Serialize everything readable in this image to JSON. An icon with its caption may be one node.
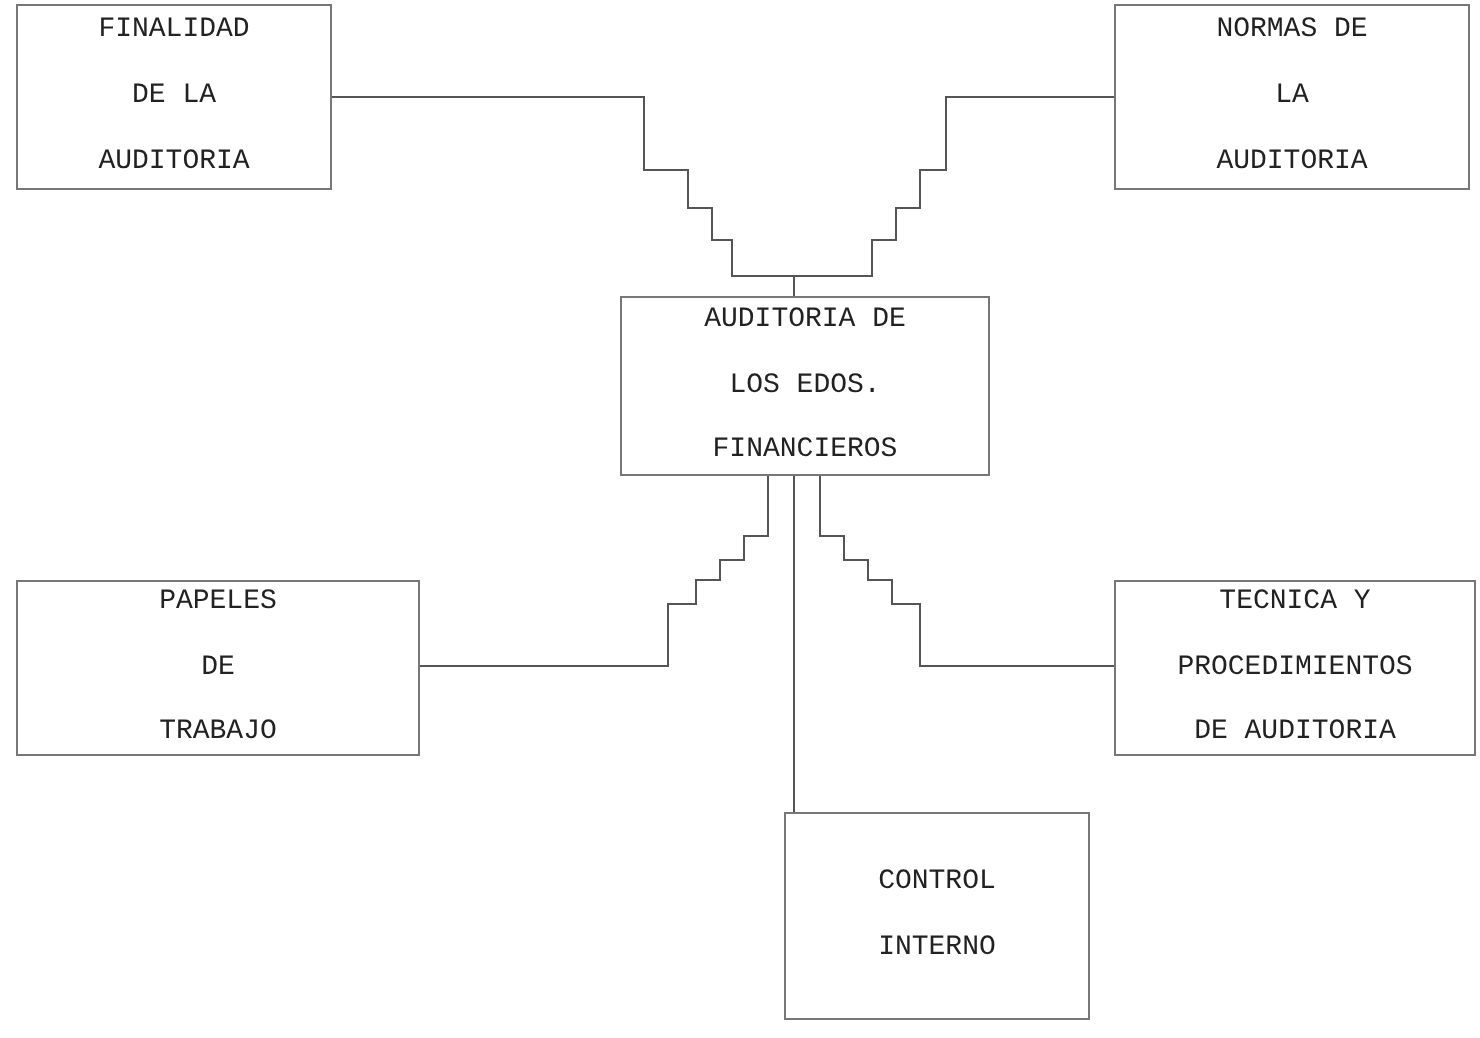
{
  "diagram": {
    "nodes": [
      {
        "text": [
          "FINALIDAD DE LA AUDITORIA"
        ]
      },
      {
        "text": [
          "NORMAS DE LA AUDITORIA"
        ]
      },
      {
        "text": [
          "AUDITORIA DE LOS EDOS. FINANCIEROS"
        ]
      },
      {
        "text": [
          "PAPELES DE TRABAJO"
        ]
      },
      {
        "text": [
          "TECNICA Y PROCEDIMIENTOS DE AUDITORIA"
        ]
      },
      {
        "text": [
          "CONTROL INTERNO"
        ]
      }
    ],
    "edges": [
      {
        "from": 0,
        "to": 2,
        "arrow": "none"
      },
      {
        "from": 1,
        "to": 2,
        "arrow": "none"
      },
      {
        "from": 2,
        "to": 3,
        "arrow": "none"
      },
      {
        "from": 2,
        "to": 4,
        "arrow": "none"
      },
      {
        "from": 2,
        "to": 5,
        "arrow": "none"
      }
    ]
  }
}
